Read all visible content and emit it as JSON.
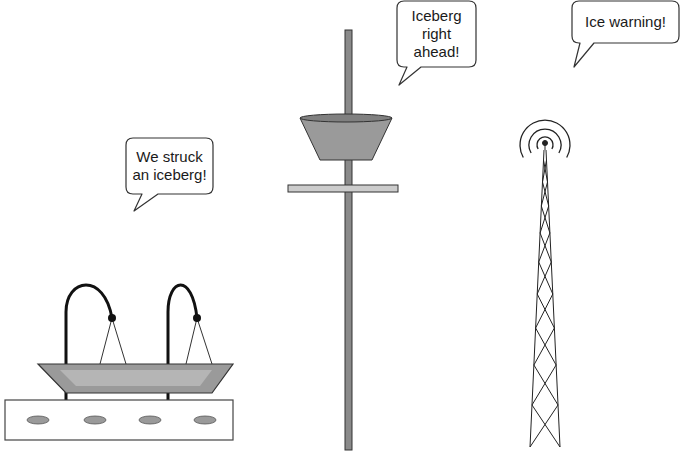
{
  "diagram": {
    "nodes": [
      {
        "text": [
          "We struck an iceberg!"
        ]
      },
      {
        "text": [
          "Iceberg right ahead!"
        ]
      },
      {
        "text": [
          "Ice warning!"
        ]
      }
    ]
  }
}
